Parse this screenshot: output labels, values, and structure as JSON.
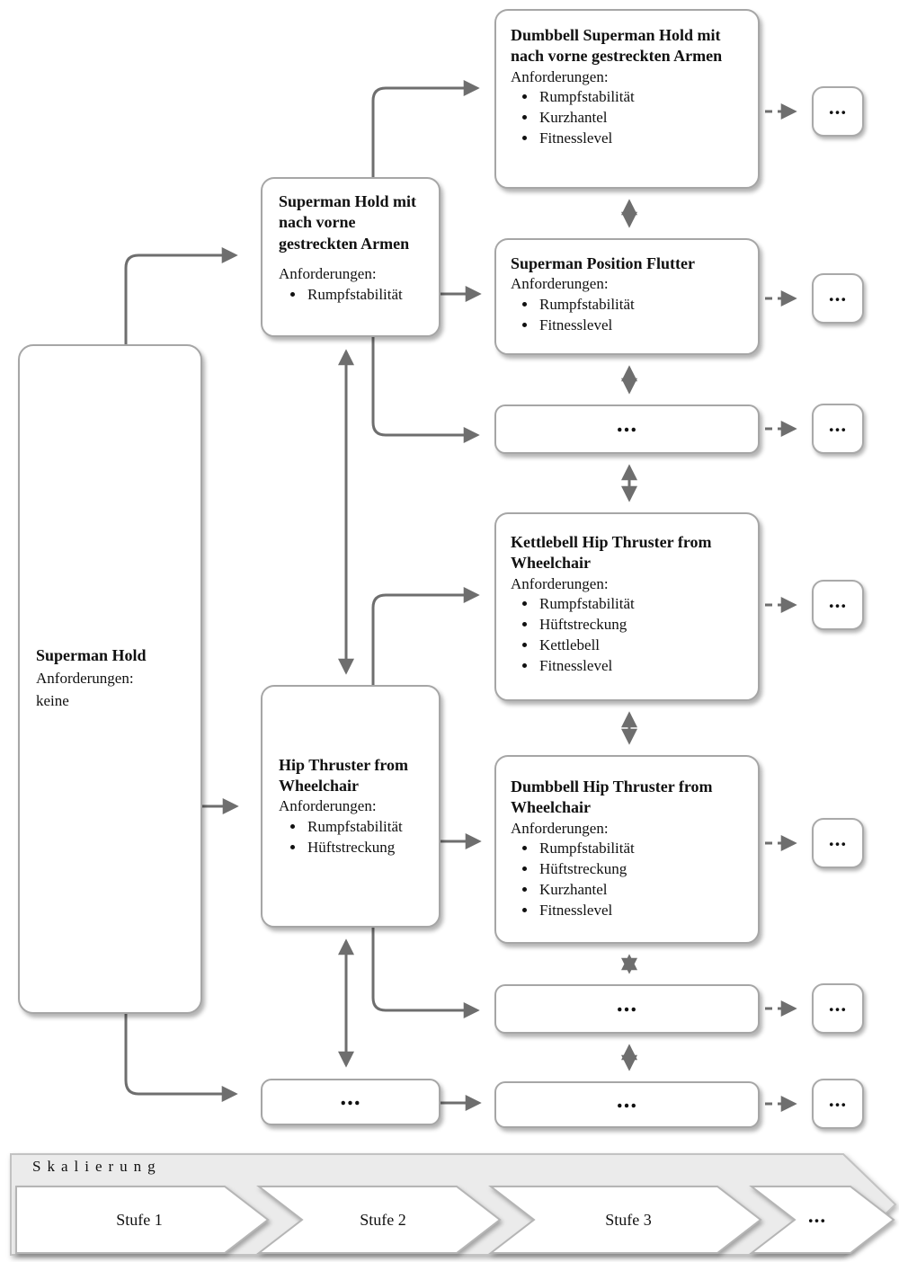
{
  "ellipsis": "...",
  "nodes": {
    "superman_hold": {
      "title": "Superman Hold",
      "req_label": "Anforderungen:",
      "req_none": "keine"
    },
    "superman_hold_arms": {
      "title": "Superman Hold mit nach vorne gestreckten Armen",
      "req_label": "Anforderungen:",
      "items": [
        "Rumpfstabilität"
      ]
    },
    "hip_thruster": {
      "title": "Hip Thruster from Wheelchair",
      "req_label": "Anforderungen:",
      "items": [
        "Rumpfstabilität",
        "Hüftstreckung"
      ]
    },
    "dumbbell_superman_hold": {
      "title": "Dumbbell Superman Hold mit nach vorne gestreckten Armen",
      "req_label": "Anforderungen:",
      "items": [
        "Rumpfstabilität",
        "Kurzhantel",
        "Fitnesslevel"
      ]
    },
    "superman_position_flutter": {
      "title": "Superman Position Flutter",
      "req_label": "Anforderungen:",
      "items": [
        "Rumpfstabilität",
        "Fitnesslevel"
      ]
    },
    "kettlebell_hip_thruster": {
      "title": "Kettlebell Hip Thruster from Wheelchair",
      "req_label": "Anforderungen:",
      "items": [
        "Rumpfstabilität",
        "Hüftstreckung",
        "Kettlebell",
        "Fitnesslevel"
      ]
    },
    "dumbbell_hip_thruster": {
      "title": "Dumbbell Hip Thruster from Wheelchair",
      "req_label": "Anforderungen:",
      "items": [
        "Rumpfstabilität",
        "Hüftstreckung",
        "Kurzhantel",
        "Fitnesslevel"
      ]
    }
  },
  "scaling": {
    "label": "Skalierung",
    "stages": [
      "Stufe 1",
      "Stufe 2",
      "Stufe 3",
      "..."
    ]
  },
  "colors": {
    "line": "#6e6e6e",
    "box_border": "#a6a6a6",
    "banner_fill": "#ebebeb",
    "text": "#111111"
  }
}
